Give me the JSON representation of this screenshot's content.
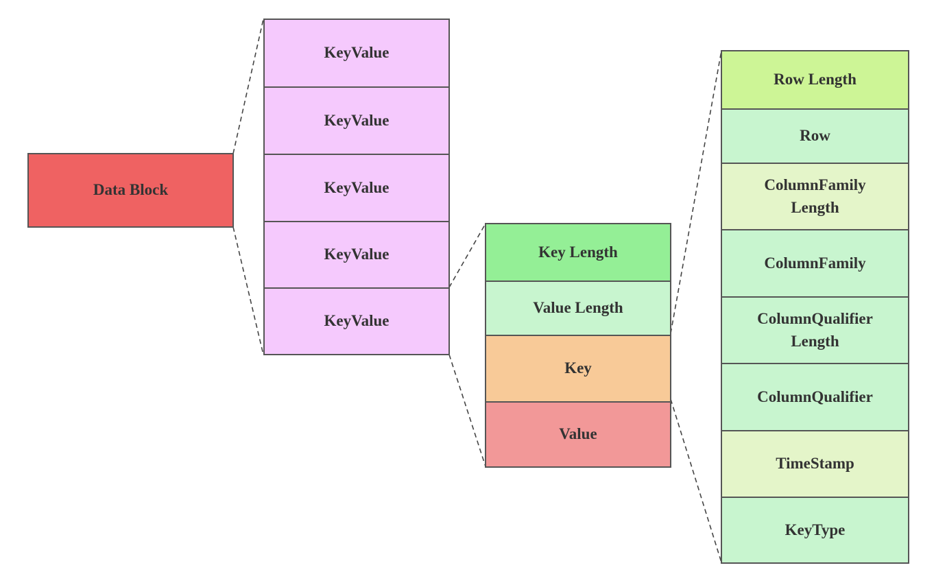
{
  "colors": {
    "data_block": "#ef6262",
    "key_value": "#f5c9fd",
    "key_length": "#94ef96",
    "value_length": "#c8f5cf",
    "key": "#f8ca98",
    "value": "#f29898",
    "row_length": "#cdf596",
    "row": "#c8f5cf",
    "column_family_length": "#e4f5c9",
    "column_family": "#c8f5cf",
    "column_qualifier_length": "#c8f5cf",
    "column_qualifier": "#c8f5cf",
    "time_stamp": "#e4f5c9",
    "key_type": "#c8f5cf",
    "border": "#555555",
    "connector": "#444444"
  },
  "data_block": {
    "label": "Data Block"
  },
  "key_values": [
    {
      "label": "KeyValue"
    },
    {
      "label": "KeyValue"
    },
    {
      "label": "KeyValue"
    },
    {
      "label": "KeyValue"
    },
    {
      "label": "KeyValue"
    }
  ],
  "key_value_parts": [
    {
      "label": "Key Length",
      "color_key": "key_length"
    },
    {
      "label": "Value Length",
      "color_key": "value_length"
    },
    {
      "label": "Key",
      "color_key": "key"
    },
    {
      "label": "Value",
      "color_key": "value"
    }
  ],
  "key_parts": [
    {
      "label": "Row Length",
      "color_key": "row_length"
    },
    {
      "label": "Row",
      "color_key": "row"
    },
    {
      "label": "ColumnFamily\nLength",
      "color_key": "column_family_length"
    },
    {
      "label": "ColumnFamily",
      "color_key": "column_family"
    },
    {
      "label": "ColumnQualifier\nLength",
      "color_key": "column_qualifier_length"
    },
    {
      "label": "ColumnQualifier",
      "color_key": "column_qualifier"
    },
    {
      "label": "TimeStamp",
      "color_key": "time_stamp"
    },
    {
      "label": "KeyType",
      "color_key": "key_type"
    }
  ]
}
